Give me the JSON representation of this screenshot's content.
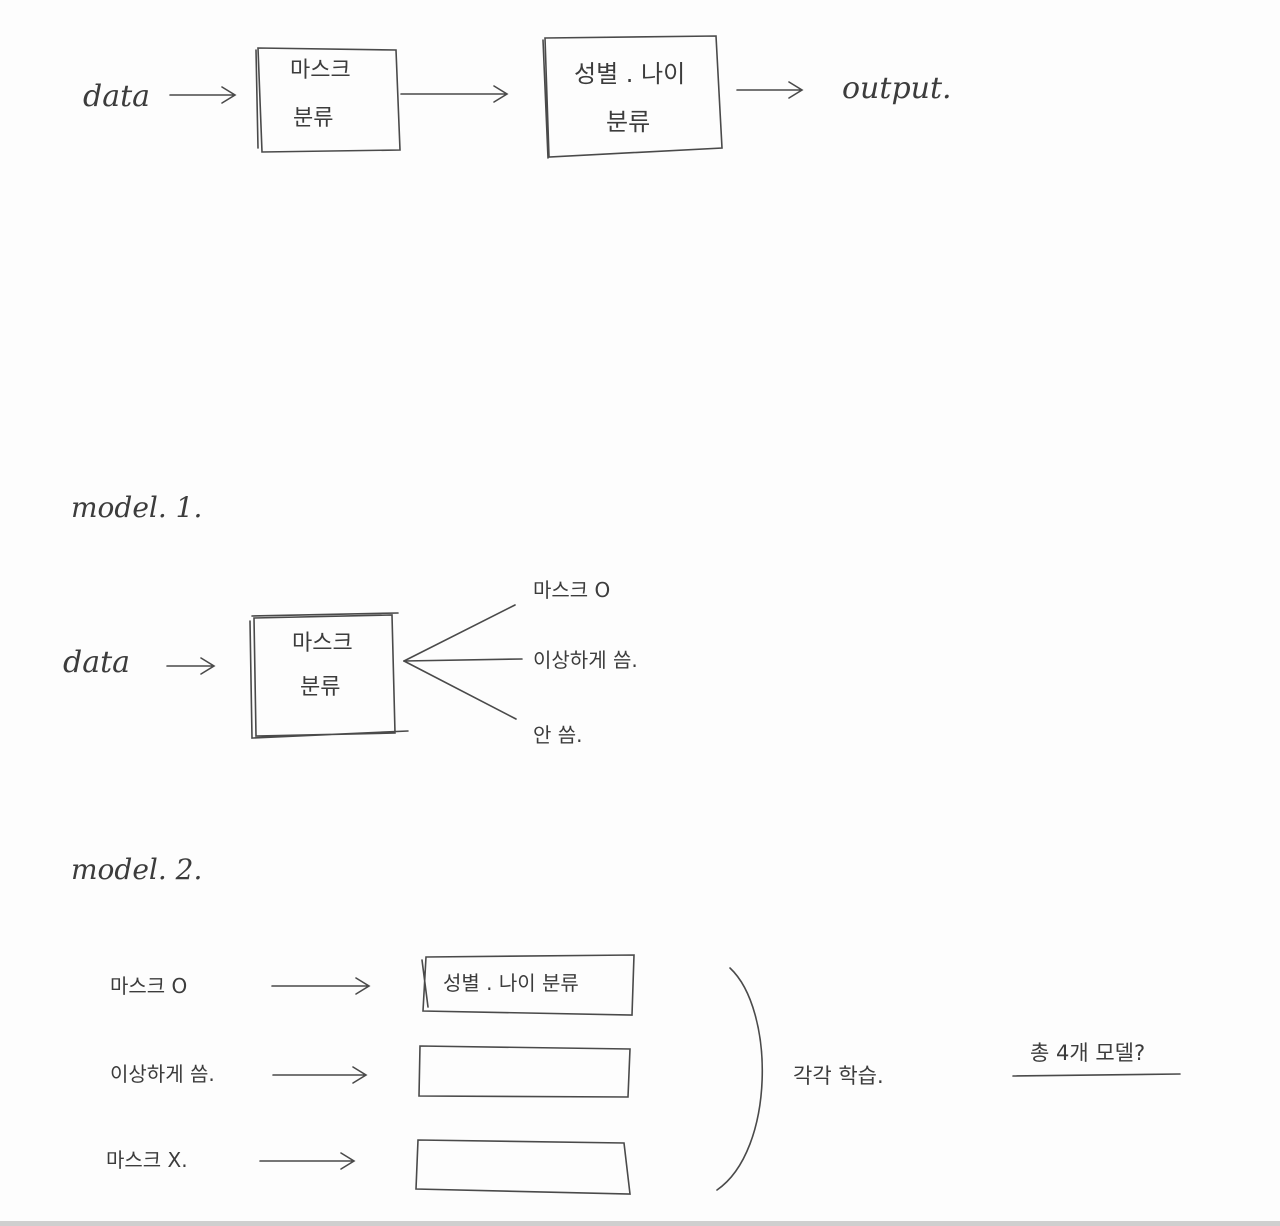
{
  "top_flow": {
    "input": "data",
    "box1_line1": "마스크",
    "box1_line2": "분류",
    "box2_line1": "성별 . 나이",
    "box2_line2": "분류",
    "output": "output."
  },
  "model1": {
    "title": "model. 1.",
    "input": "data",
    "box_line1": "마스크",
    "box_line2": "분류",
    "branches": [
      "마스크 O",
      "이상하게 씀.",
      "안 씀."
    ]
  },
  "model2": {
    "title": "model. 2.",
    "rows": [
      {
        "label": "마스크 O",
        "box": "성별 . 나이 분류"
      },
      {
        "label": "이상하게 씀.",
        "box": ""
      },
      {
        "label": "마스크 X.",
        "box": ""
      }
    ],
    "brace_note": "각각 학습.",
    "side_note": "총 4개 모델?"
  }
}
